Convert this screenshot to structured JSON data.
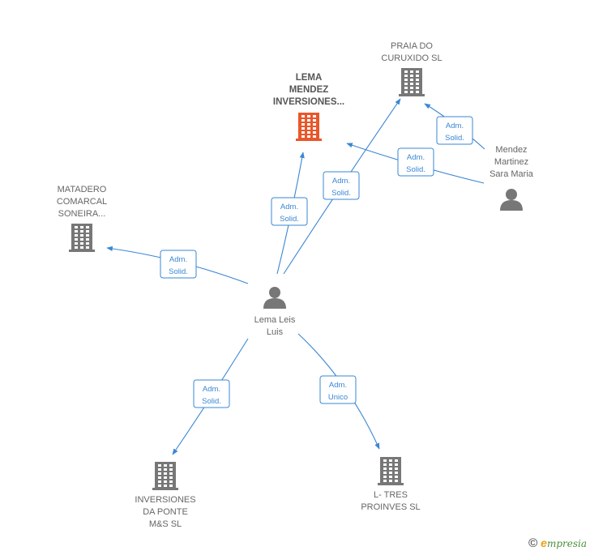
{
  "nodes": {
    "lema_mendez": {
      "label": [
        "LEMA",
        "MENDEZ",
        "INVERSIONES..."
      ],
      "kind": "company",
      "highlight": true
    },
    "praia": {
      "label": [
        "PRAIA DO",
        "CURUXIDO  SL"
      ],
      "kind": "company"
    },
    "matadero": {
      "label": [
        "MATADERO",
        "COMARCAL",
        "SONEIRA..."
      ],
      "kind": "company"
    },
    "mendez": {
      "label": [
        "Mendez",
        "Martinez",
        "Sara Maria"
      ],
      "kind": "person"
    },
    "lema_leis": {
      "label": [
        "Lema Leis",
        "Luis"
      ],
      "kind": "person"
    },
    "inversiones": {
      "label": [
        "INVERSIONES",
        "DA PONTE",
        "M&S  SL"
      ],
      "kind": "company"
    },
    "ltres": {
      "label": [
        "L- TRES",
        "PROINVES SL"
      ],
      "kind": "company"
    }
  },
  "edges": [
    {
      "from": "lema_leis",
      "to": "lema_mendez",
      "label": [
        "Adm.",
        "Solid."
      ]
    },
    {
      "from": "lema_leis",
      "to": "praia",
      "label": [
        "Adm.",
        "Solid."
      ]
    },
    {
      "from": "lema_leis",
      "to": "matadero",
      "label": [
        "Adm.",
        "Solid."
      ]
    },
    {
      "from": "lema_leis",
      "to": "inversiones",
      "label": [
        "Adm.",
        "Solid."
      ]
    },
    {
      "from": "lema_leis",
      "to": "ltres",
      "label": [
        "Adm.",
        "Unico"
      ]
    },
    {
      "from": "mendez",
      "to": "praia",
      "label": [
        "Adm.",
        "Solid."
      ]
    },
    {
      "from": "mendez",
      "to": "lema_mendez",
      "label": [
        "Adm.",
        "Solid."
      ]
    }
  ],
  "colors": {
    "edge": "#3a87d4",
    "company": "#777777",
    "highlight": "#e8572a",
    "person": "#777777"
  },
  "footer": {
    "copyright": "©",
    "brand_initial": "e",
    "brand_rest": "mpresia"
  }
}
